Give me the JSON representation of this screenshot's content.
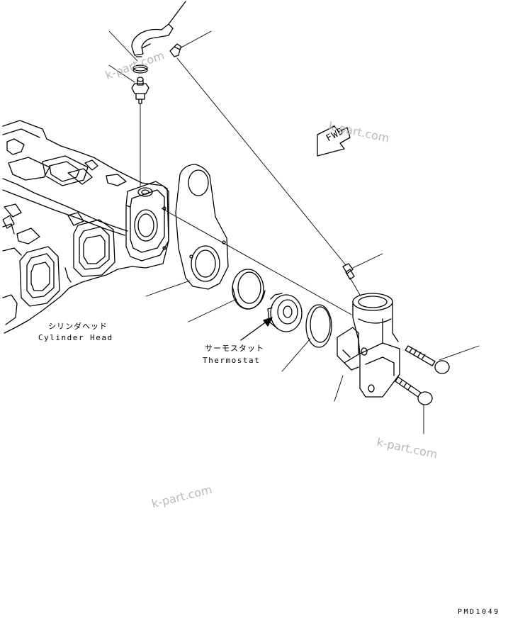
{
  "labels": {
    "cylinder_head_jp": "シリンダヘッド",
    "cylinder_head_en": "Cylinder Head",
    "thermostat_jp": "サーモスタット",
    "thermostat_en": "Thermostat",
    "fwd": "FWD",
    "drawing_code": "PMD1049"
  },
  "watermark": "k-part.com",
  "colors": {
    "line": "#000000",
    "watermark": "#b8b8b8",
    "background": "#ffffff"
  }
}
